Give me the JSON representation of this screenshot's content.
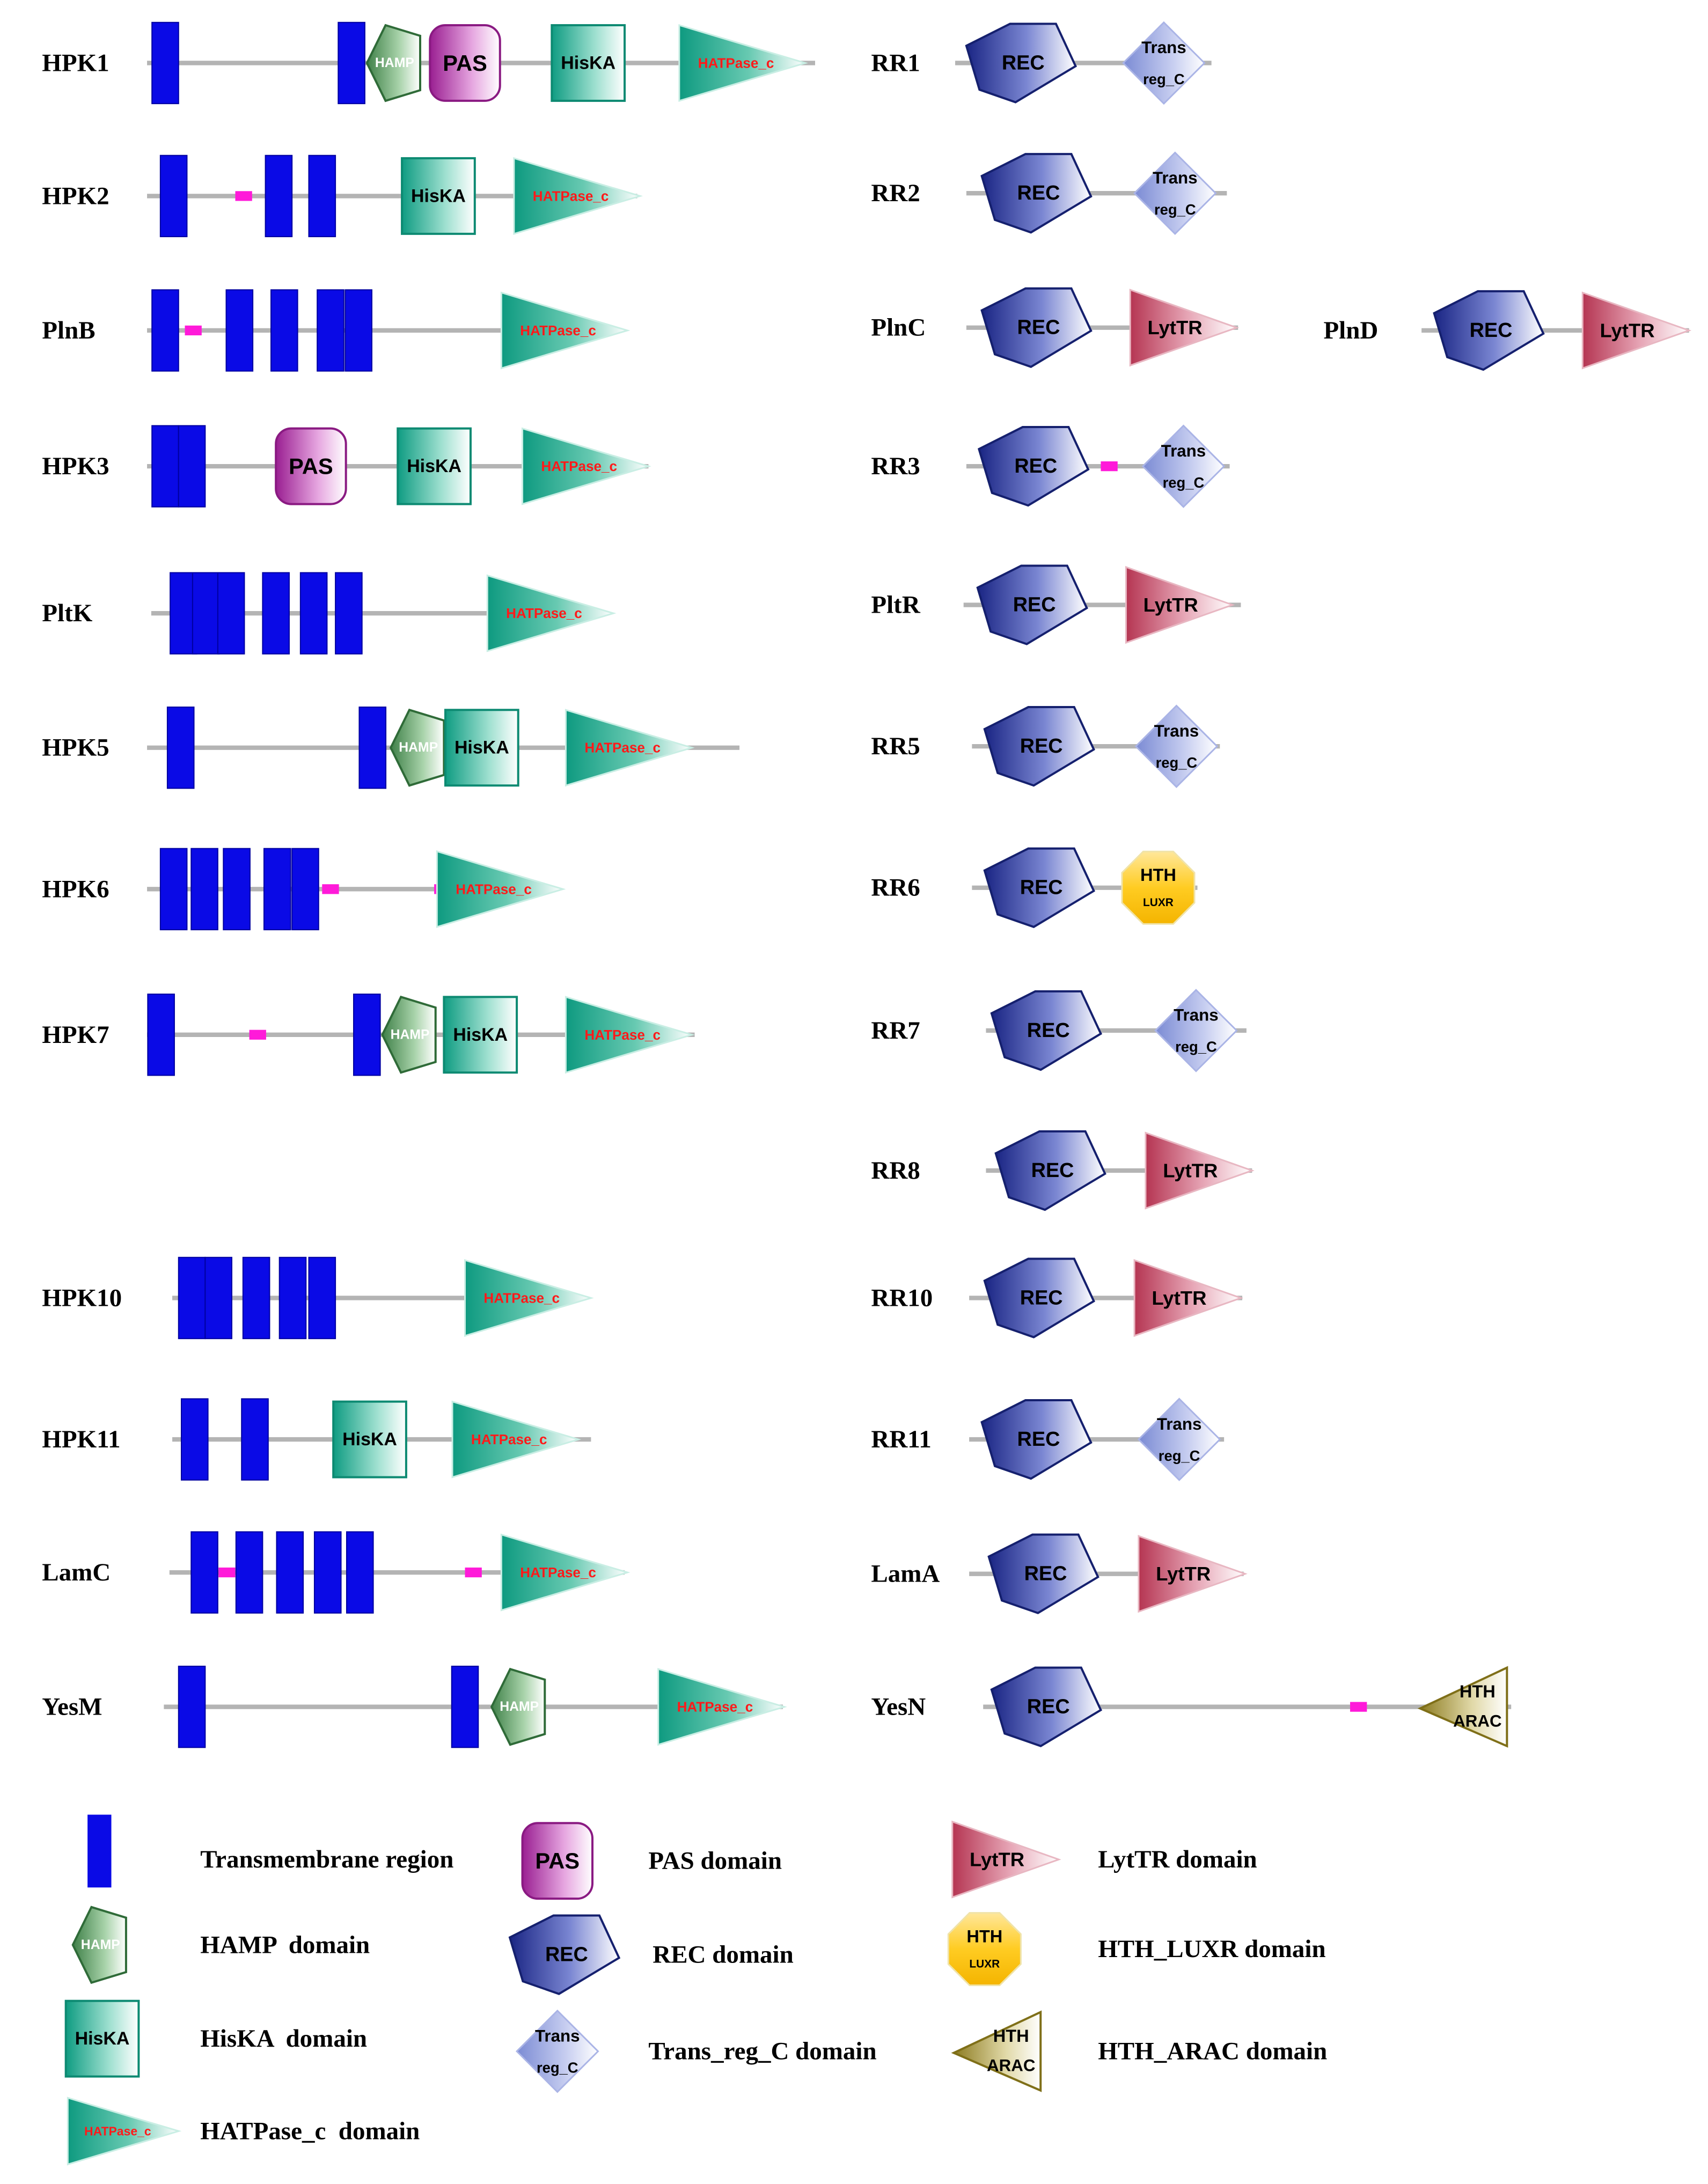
{
  "proteins": [
    {
      "id": "HPK1",
      "domains": [
        {
          "type": "TM"
        },
        {
          "type": "TM"
        },
        {
          "type": "HAMP",
          "label": "HAMP"
        },
        {
          "type": "PAS",
          "label": "PAS"
        },
        {
          "type": "HisKA",
          "label": "HisKA"
        },
        {
          "type": "HATPase",
          "label": "HATPase_c"
        }
      ]
    },
    {
      "id": "HPK2",
      "domains": [
        {
          "type": "TM"
        },
        {
          "type": "LC"
        },
        {
          "type": "TM"
        },
        {
          "type": "TM"
        },
        {
          "type": "HisKA",
          "label": "HisKA"
        },
        {
          "type": "HATPase",
          "label": "HATPase_c"
        }
      ]
    },
    {
      "id": "PlnB",
      "domains": [
        {
          "type": "TM"
        },
        {
          "type": "LC"
        },
        {
          "type": "TM"
        },
        {
          "type": "TM"
        },
        {
          "type": "TM"
        },
        {
          "type": "TM"
        },
        {
          "type": "HATPase",
          "label": "HATPase_c"
        }
      ]
    },
    {
      "id": "HPK3",
      "domains": [
        {
          "type": "TM"
        },
        {
          "type": "TM"
        },
        {
          "type": "PAS",
          "label": "PAS"
        },
        {
          "type": "HisKA",
          "label": "HisKA"
        },
        {
          "type": "HATPase",
          "label": "HATPase_c"
        }
      ]
    },
    {
      "id": "PltK",
      "domains": [
        {
          "type": "TM"
        },
        {
          "type": "TM"
        },
        {
          "type": "TM"
        },
        {
          "type": "TM"
        },
        {
          "type": "TM"
        },
        {
          "type": "TM"
        },
        {
          "type": "HATPase",
          "label": "HATPase_c"
        }
      ]
    },
    {
      "id": "HPK5",
      "domains": [
        {
          "type": "TM"
        },
        {
          "type": "TM"
        },
        {
          "type": "HAMP",
          "label": "HAMP"
        },
        {
          "type": "HisKA",
          "label": "HisKA"
        },
        {
          "type": "HATPase",
          "label": "HATPase_c"
        }
      ]
    },
    {
      "id": "HPK6",
      "domains": [
        {
          "type": "TM"
        },
        {
          "type": "TM"
        },
        {
          "type": "TM"
        },
        {
          "type": "TM"
        },
        {
          "type": "TM"
        },
        {
          "type": "LC"
        },
        {
          "type": "LC"
        },
        {
          "type": "HATPase",
          "label": "HATPase_c"
        }
      ]
    },
    {
      "id": "HPK7",
      "domains": [
        {
          "type": "TM"
        },
        {
          "type": "LC"
        },
        {
          "type": "TM"
        },
        {
          "type": "HAMP",
          "label": "HAMP"
        },
        {
          "type": "HisKA",
          "label": "HisKA"
        },
        {
          "type": "HATPase",
          "label": "HATPase_c"
        }
      ]
    },
    {
      "id": "HPK10",
      "domains": [
        {
          "type": "TM"
        },
        {
          "type": "TM"
        },
        {
          "type": "TM"
        },
        {
          "type": "TM"
        },
        {
          "type": "TM"
        },
        {
          "type": "HATPase",
          "label": "HATPase_c"
        }
      ]
    },
    {
      "id": "HPK11",
      "domains": [
        {
          "type": "TM"
        },
        {
          "type": "TM"
        },
        {
          "type": "HisKA",
          "label": "HisKA"
        },
        {
          "type": "HATPase",
          "label": "HATPase_c"
        }
      ]
    },
    {
      "id": "LamC",
      "domains": [
        {
          "type": "TM"
        },
        {
          "type": "LC"
        },
        {
          "type": "TM"
        },
        {
          "type": "TM"
        },
        {
          "type": "TM"
        },
        {
          "type": "TM"
        },
        {
          "type": "LC"
        },
        {
          "type": "HATPase",
          "label": "HATPase_c"
        }
      ]
    },
    {
      "id": "YesM",
      "domains": [
        {
          "type": "TM"
        },
        {
          "type": "TM"
        },
        {
          "type": "HAMP",
          "label": "HAMP"
        },
        {
          "type": "HATPase",
          "label": "HATPase_c"
        }
      ]
    },
    {
      "id": "RR1",
      "domains": [
        {
          "type": "REC",
          "label": "REC"
        },
        {
          "type": "TRC",
          "label": [
            "Trans",
            "reg_C"
          ]
        }
      ]
    },
    {
      "id": "RR2",
      "domains": [
        {
          "type": "REC",
          "label": "REC"
        },
        {
          "type": "TRC",
          "label": [
            "Trans",
            "reg_C"
          ]
        }
      ]
    },
    {
      "id": "PlnC",
      "domains": [
        {
          "type": "REC",
          "label": "REC"
        },
        {
          "type": "LytTR",
          "label": "LytTR"
        }
      ]
    },
    {
      "id": "PlnD",
      "domains": [
        {
          "type": "REC",
          "label": "REC"
        },
        {
          "type": "LytTR",
          "label": "LytTR"
        }
      ]
    },
    {
      "id": "RR3",
      "domains": [
        {
          "type": "REC",
          "label": "REC"
        },
        {
          "type": "LC"
        },
        {
          "type": "TRC",
          "label": [
            "Trans",
            "reg_C"
          ]
        }
      ]
    },
    {
      "id": "PltR",
      "domains": [
        {
          "type": "REC",
          "label": "REC"
        },
        {
          "type": "LytTR",
          "label": "LytTR"
        }
      ]
    },
    {
      "id": "RR5",
      "domains": [
        {
          "type": "REC",
          "label": "REC"
        },
        {
          "type": "TRC",
          "label": [
            "Trans",
            "reg_C"
          ]
        }
      ]
    },
    {
      "id": "RR6",
      "domains": [
        {
          "type": "REC",
          "label": "REC"
        },
        {
          "type": "LUXR",
          "label": [
            "HTH",
            "LUXR"
          ]
        }
      ]
    },
    {
      "id": "RR7",
      "domains": [
        {
          "type": "REC",
          "label": "REC"
        },
        {
          "type": "TRC",
          "label": [
            "Trans",
            "reg_C"
          ]
        }
      ]
    },
    {
      "id": "RR8",
      "domains": [
        {
          "type": "REC",
          "label": "REC"
        },
        {
          "type": "LytTR",
          "label": "LytTR"
        }
      ]
    },
    {
      "id": "RR10",
      "domains": [
        {
          "type": "REC",
          "label": "REC"
        },
        {
          "type": "LytTR",
          "label": "LytTR"
        }
      ]
    },
    {
      "id": "RR11",
      "domains": [
        {
          "type": "REC",
          "label": "REC"
        },
        {
          "type": "TRC",
          "label": [
            "Trans",
            "reg_C"
          ]
        }
      ]
    },
    {
      "id": "LamA",
      "domains": [
        {
          "type": "REC",
          "label": "REC"
        },
        {
          "type": "LytTR",
          "label": "LytTR"
        }
      ]
    },
    {
      "id": "YesN",
      "domains": [
        {
          "type": "REC",
          "label": "REC"
        },
        {
          "type": "LC"
        },
        {
          "type": "ARAC",
          "label": [
            "HTH",
            "ARAC"
          ]
        }
      ]
    }
  ],
  "legend": [
    {
      "type": "TM",
      "text": "Transmembrane region"
    },
    {
      "type": "HAMP",
      "label": "HAMP",
      "text": "HAMP  domain"
    },
    {
      "type": "HisKA",
      "label": "HisKA",
      "text": "HisKA  domain"
    },
    {
      "type": "HATPase",
      "label": "HATPase_c",
      "text": "HATPase_c  domain"
    },
    {
      "type": "PAS",
      "label": "PAS",
      "text": "PAS domain"
    },
    {
      "type": "REC",
      "label": "REC",
      "text": "REC domain"
    },
    {
      "type": "TRC",
      "label": [
        "Trans",
        "reg_C"
      ],
      "text": "Trans_reg_C domain"
    },
    {
      "type": "LytTR",
      "label": "LytTR",
      "text": "LytTR domain"
    },
    {
      "type": "LUXR",
      "label": [
        "HTH",
        "LUXR"
      ],
      "text": "HTH_LUXR domain"
    },
    {
      "type": "ARAC",
      "label": [
        "HTH",
        "ARAC"
      ],
      "text": "HTH_ARAC domain"
    }
  ],
  "colors": {
    "tm": "#0a0ae6",
    "lowcomplexity": "#ff1ad9",
    "line": "#b4b4b4",
    "hamp": "#4f8e54",
    "pas": "#a42a9c",
    "hiska": "#17a38a",
    "hatpase": "#12a386",
    "rec": "#1f2e8c",
    "transreg": "#8896d8",
    "lyttr": "#c0405c",
    "luxr": "#f5b800",
    "arac": "#9c8a2c"
  }
}
